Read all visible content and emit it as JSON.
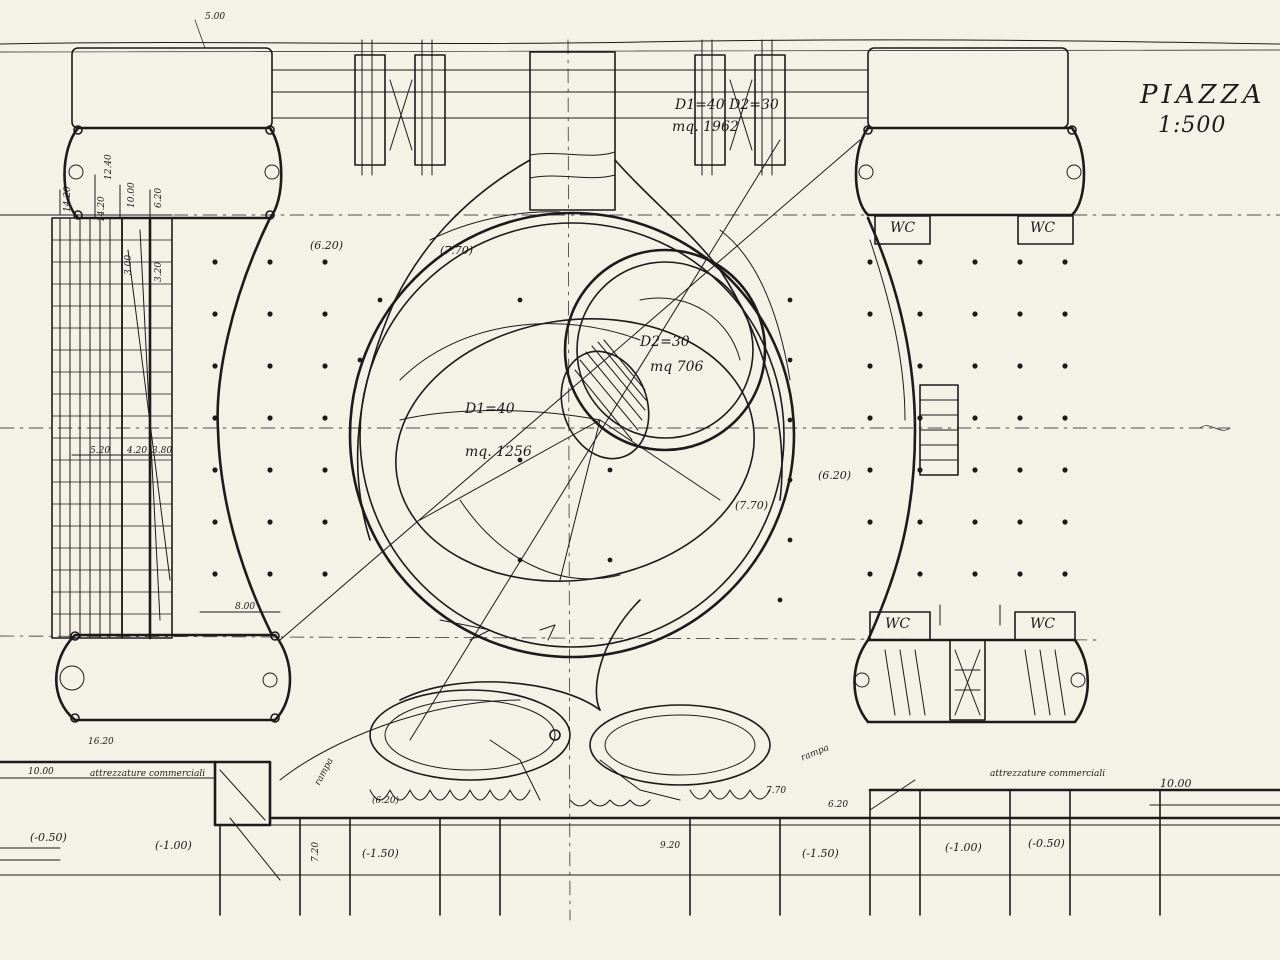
{
  "title": "PIAZZA",
  "scale": "1:500",
  "big_circle": {
    "diameter": "D1=40",
    "area": "mq. 1256"
  },
  "small_circle": {
    "diameter": "D2=30",
    "area": "mq 706"
  },
  "top_note": {
    "diameters": "D1=40 D2=30",
    "area": "mq. 1962"
  },
  "level_labels": {
    "left_plaza": "(6.20)",
    "right_plaza": "(6.20)",
    "circle_top": "(7.70)",
    "circle_right": "(7.70)",
    "lower_ramp_left": "(6.20)",
    "lower_ramp_right": "7.70",
    "section_620": "6.20",
    "section_1000_left": "10.00",
    "section_1000_right": "10.00",
    "section_1620": "16.20",
    "minus_050_left": "(-0.50)",
    "minus_100_left": "(-1.00)",
    "minus_150_left": "(-1.50)",
    "minus_150_right": "(-1.50)",
    "minus_100_right": "(-1.00)",
    "minus_050_right": "(-0.50)",
    "top_corner": "5.00"
  },
  "dimensions": {
    "d_1420_a": "14.20",
    "d_1420_b": "14.20",
    "d_1240": "12.40",
    "d_1000": "10.00",
    "d_620": "6.20",
    "d_520": "5.20",
    "d_420": "4.20",
    "d_380": "3.80",
    "d_800": "8.00",
    "d_300": "3.00",
    "d_320": "3.20",
    "d_720": "7.20",
    "d_920": "9.20"
  },
  "toilets": [
    "WC",
    "WC",
    "WC",
    "WC"
  ],
  "notes": {
    "commercial_left": "attrezzature commerciali",
    "commercial_right": "attrezzature commerciali",
    "ramp_left": "rampa",
    "ramp_right": "rampa"
  }
}
